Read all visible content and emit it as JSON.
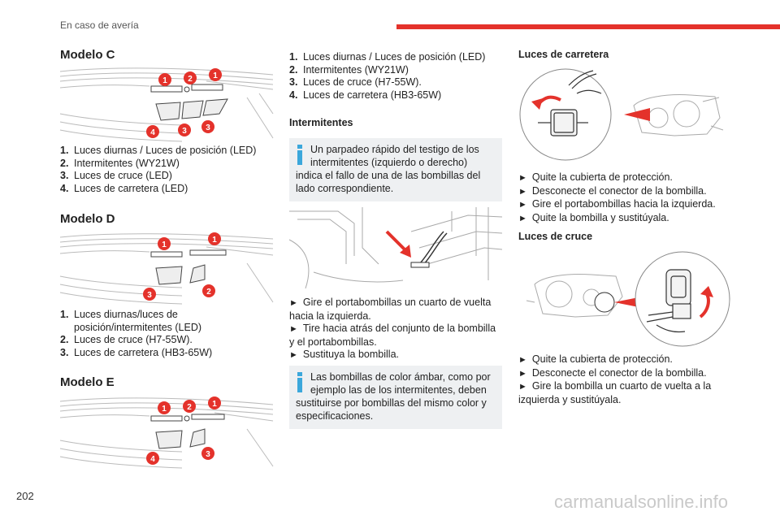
{
  "header": {
    "section": "En caso de avería",
    "accent": "#e4322b"
  },
  "page_number": "202",
  "watermark": "carmanualsonline.info",
  "model_c": {
    "title": "Modelo C",
    "items": [
      {
        "n": "1.",
        "text": "Luces diurnas / Luces de posición (LED)"
      },
      {
        "n": "2.",
        "text": "Intermitentes (WY21W)"
      },
      {
        "n": "3.",
        "text": "Luces de cruce (LED)"
      },
      {
        "n": "4.",
        "text": "Luces de carretera (LED)"
      }
    ]
  },
  "model_d": {
    "title": "Modelo D",
    "items": [
      {
        "n": "1.",
        "text": "Luces diurnas/luces de posición/intermitentes (LED)"
      },
      {
        "n": "2.",
        "text": "Luces de cruce (H7-55W)."
      },
      {
        "n": "3.",
        "text": "Luces de carretera (HB3-65W)"
      }
    ]
  },
  "model_e": {
    "title": "Modelo E",
    "items": [
      {
        "n": "1.",
        "text": "Luces diurnas / Luces de posición (LED)"
      },
      {
        "n": "2.",
        "text": "Intermitentes (WY21W)"
      },
      {
        "n": "3.",
        "text": "Luces de cruce (H7-55W)."
      },
      {
        "n": "4.",
        "text": "Luces de carretera (HB3-65W)"
      }
    ]
  },
  "intermitentes": {
    "title": "Intermitentes",
    "info1": "Un parpadeo rápido del testigo de los intermitentes (izquierdo o derecho) indica el fallo de una de las bombillas del lado correspondiente.",
    "steps": [
      "Gire el portabombillas un cuarto de vuelta hacia la izquierda.",
      "Tire hacia atrás del conjunto de la bombilla y el portabombillas.",
      "Sustituya la bombilla."
    ],
    "info2": "Las bombillas de color ámbar, como por ejemplo las de los intermitentes, deben sustituirse por bombillas del mismo color y especificaciones."
  },
  "carretera": {
    "title": "Luces de carretera",
    "steps": [
      "Quite la cubierta de protección.",
      "Desconecte el conector de la bombilla.",
      "Gire el portabombillas hacia la izquierda.",
      "Quite la bombilla y sustitúyala."
    ]
  },
  "cruce": {
    "title": "Luces de cruce",
    "steps": [
      "Quite la cubierta de protección.",
      "Desconecte el conector de la bombilla.",
      "Gire la bombilla un cuarto de vuelta a la izquierda y sustitúyala."
    ]
  },
  "badges": {
    "c": [
      "1",
      "2",
      "1",
      "4",
      "3",
      "3"
    ],
    "d": [
      "1",
      "1",
      "3",
      "2"
    ],
    "e": [
      "1",
      "2",
      "1",
      "4",
      "3"
    ]
  }
}
